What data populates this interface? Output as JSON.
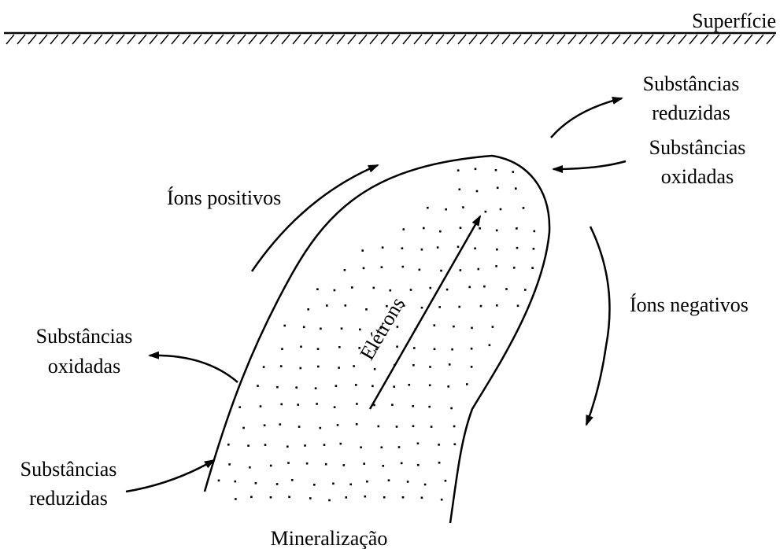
{
  "colors": {
    "ink": "#000000",
    "background": "#ffffff"
  },
  "labels": {
    "surface": "Superfície",
    "reduced_top_line1": "Substâncias",
    "reduced_top_line2": "reduzidas",
    "oxidized_right_line1": "Substâncias",
    "oxidized_right_line2": "oxidadas",
    "positive_ions": "Íons positivos",
    "negative_ions": "Íons negativos",
    "electrons": "Elétrons",
    "oxidized_left_line1": "Substâncias",
    "oxidized_left_line2": "oxidadas",
    "reduced_left_line1": "Substâncias",
    "reduced_left_line2": "reduzidas",
    "mineralization": "Mineralização"
  }
}
